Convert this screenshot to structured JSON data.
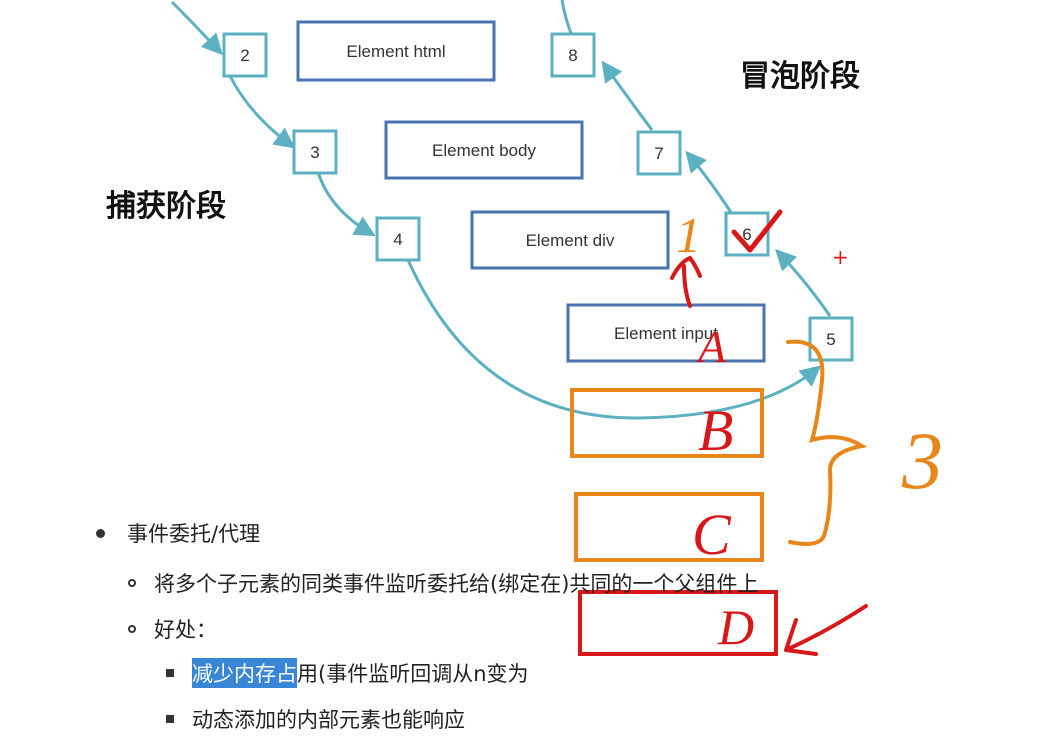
{
  "steps": {
    "s2": "2",
    "s3": "3",
    "s4": "4",
    "s5": "5",
    "s6": "6",
    "s7": "7",
    "s8": "8"
  },
  "elements": {
    "html": "Element html",
    "body": "Element body",
    "div": "Element div",
    "input": "Element input"
  },
  "phases": {
    "capture": "捕获阶段",
    "bubble": "冒泡阶段"
  },
  "annotations": {
    "one": "1",
    "A": "A",
    "B": "B",
    "C": "C",
    "D": "D",
    "three": "3",
    "plus": "+"
  },
  "notes": {
    "item1": "事件委托/代理",
    "item1_1": "将多个子元素的同类事件监听委托给(绑定在)共同的一个父组件上",
    "item1_2": "好处：",
    "item1_2_1_highlight": "减少内存占",
    "item1_2_1_rest": "用(事件监听回调从n变为",
    "item1_2_2": "动态添加的内部元素也能响应"
  },
  "colors": {
    "teal": "#5bb0c2",
    "element_border": "#4a72b0",
    "orange": "#e8861a",
    "red": "#d81818",
    "highlight": "#3a86d6"
  }
}
